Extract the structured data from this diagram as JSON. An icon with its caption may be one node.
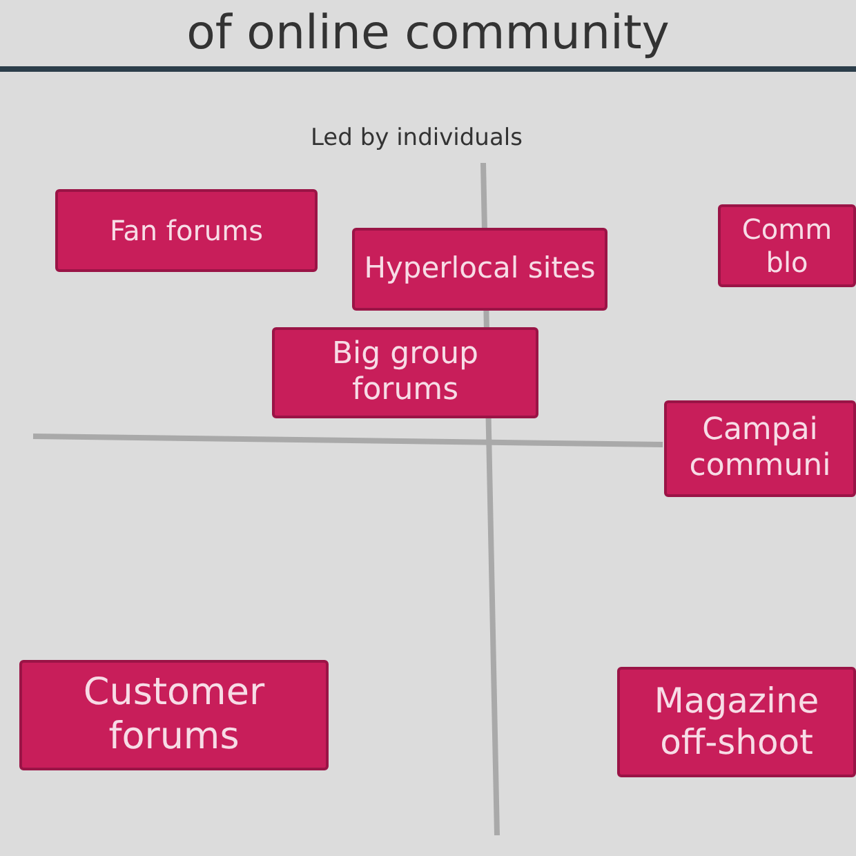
{
  "diagram": {
    "title": "of online community",
    "nodes": [
      {
        "text": [
          "Fan forums"
        ]
      },
      {
        "text": [
          "Hyperlocal sites"
        ]
      },
      {
        "text": [
          "Comm blo"
        ]
      },
      {
        "text": [
          "Big group forums"
        ]
      },
      {
        "text": [
          "Campai communi"
        ]
      },
      {
        "text": [
          "Customer forums"
        ]
      },
      {
        "text": [
          "Magazine off-shoot"
        ]
      }
    ],
    "labels": [
      "Led by individuals"
    ]
  }
}
